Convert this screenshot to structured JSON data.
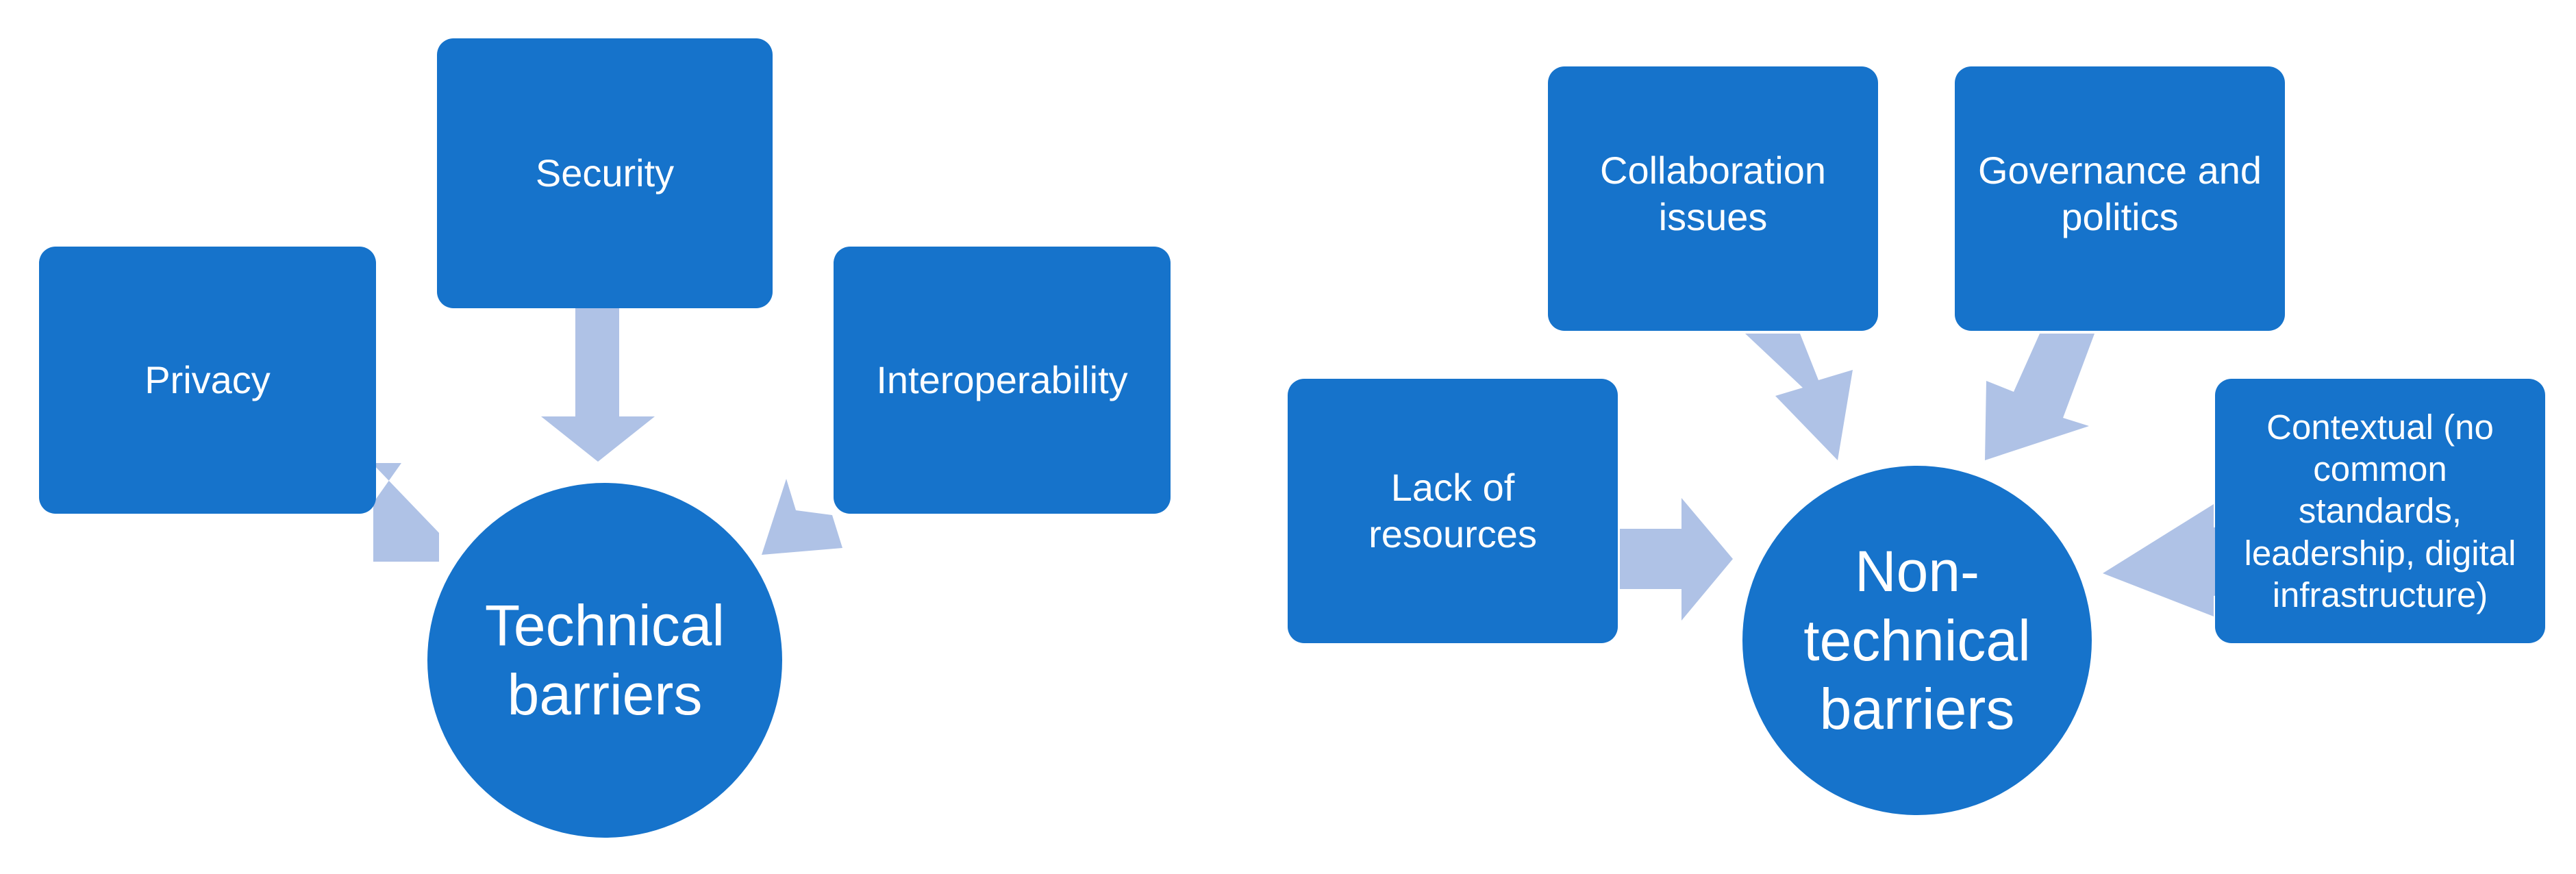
{
  "diagram": {
    "technical": {
      "center": "Technical\nbarriers",
      "factors": [
        "Privacy",
        "Security",
        "Interoperability"
      ]
    },
    "nontechnical": {
      "center": "Non-\ntechnical\nbarriers",
      "factors": [
        "Lack of resources",
        "Collaboration\nissues",
        "Governance and\npolitics",
        "Contextual (no\ncommon\nstandards,\nleadership, digital\ninfrastructure)"
      ]
    }
  },
  "colors": {
    "node_fill": "#1673cb",
    "arrow_fill": "#afc2e6",
    "text": "#ffffff"
  }
}
